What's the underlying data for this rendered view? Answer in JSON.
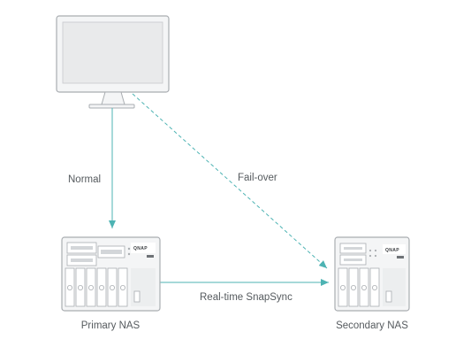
{
  "labels": {
    "normal": "Normal",
    "failover": "Fail-over",
    "snapsync": "Real-time SnapSync",
    "primary": "Primary NAS",
    "secondary": "Secondary NAS"
  },
  "brand": "QNAP",
  "colors": {
    "accent": "#4db3b3",
    "outline": "#a9adb1",
    "device_fill": "#f4f5f6",
    "screen_fill": "#e9eaeb",
    "label_text": "#555a5e"
  },
  "icons": {
    "computer": "monitor-icon",
    "primary_device": "nas-6-bay-icon",
    "secondary_device": "nas-4-bay-icon"
  }
}
